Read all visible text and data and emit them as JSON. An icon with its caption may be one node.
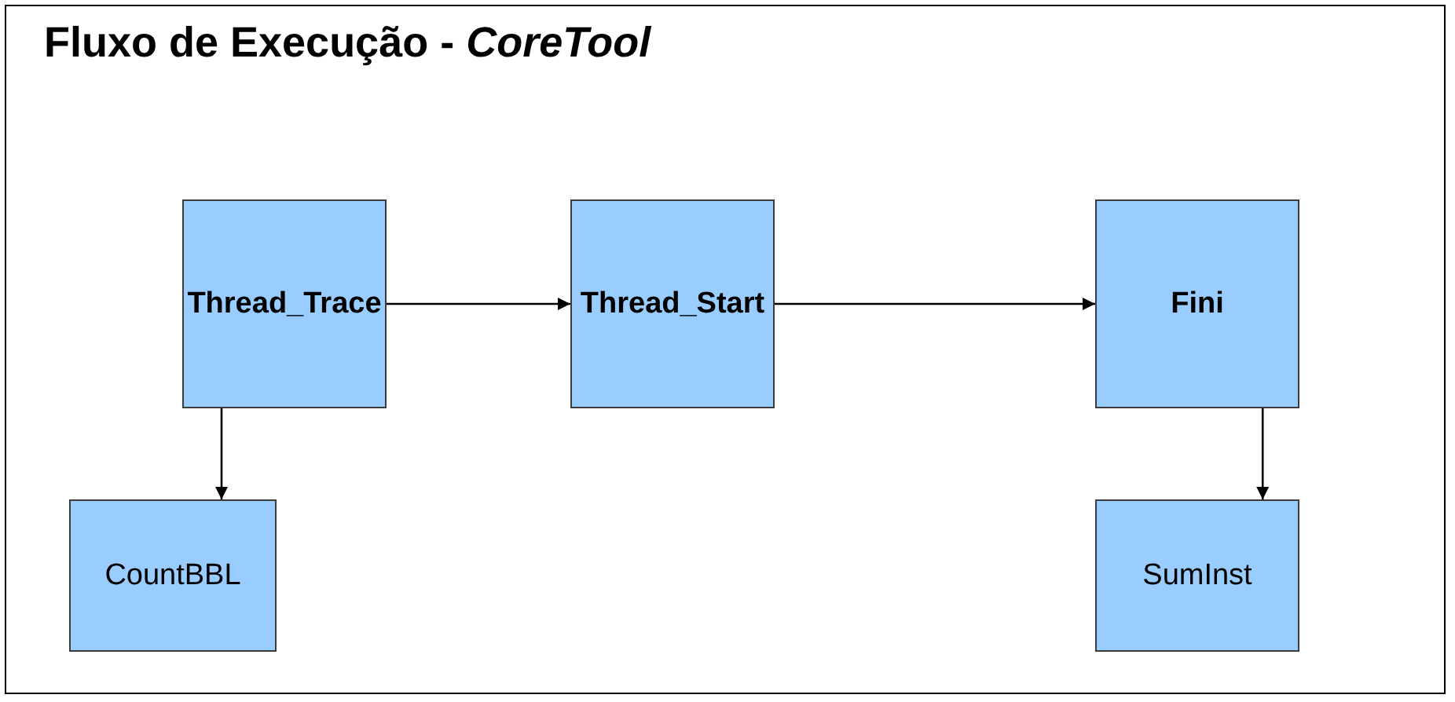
{
  "diagram": {
    "title": "Fluxo de Execução - *CoreTool*",
    "nodes": [
      {
        "text": [
          "Thread_Trace"
        ]
      },
      {
        "text": [
          "Thread_Start"
        ]
      },
      {
        "text": [
          "Fini"
        ]
      },
      {
        "text": [
          "CountBBL"
        ]
      },
      {
        "text": [
          "SumInst"
        ]
      }
    ],
    "edges": [
      {
        "from": 0,
        "to": 1,
        "arrow": "to"
      },
      {
        "from": 1,
        "to": 2,
        "arrow": "to"
      },
      {
        "from": 0,
        "to": 3,
        "arrow": "to"
      },
      {
        "from": 2,
        "to": 4,
        "arrow": "to"
      }
    ]
  }
}
